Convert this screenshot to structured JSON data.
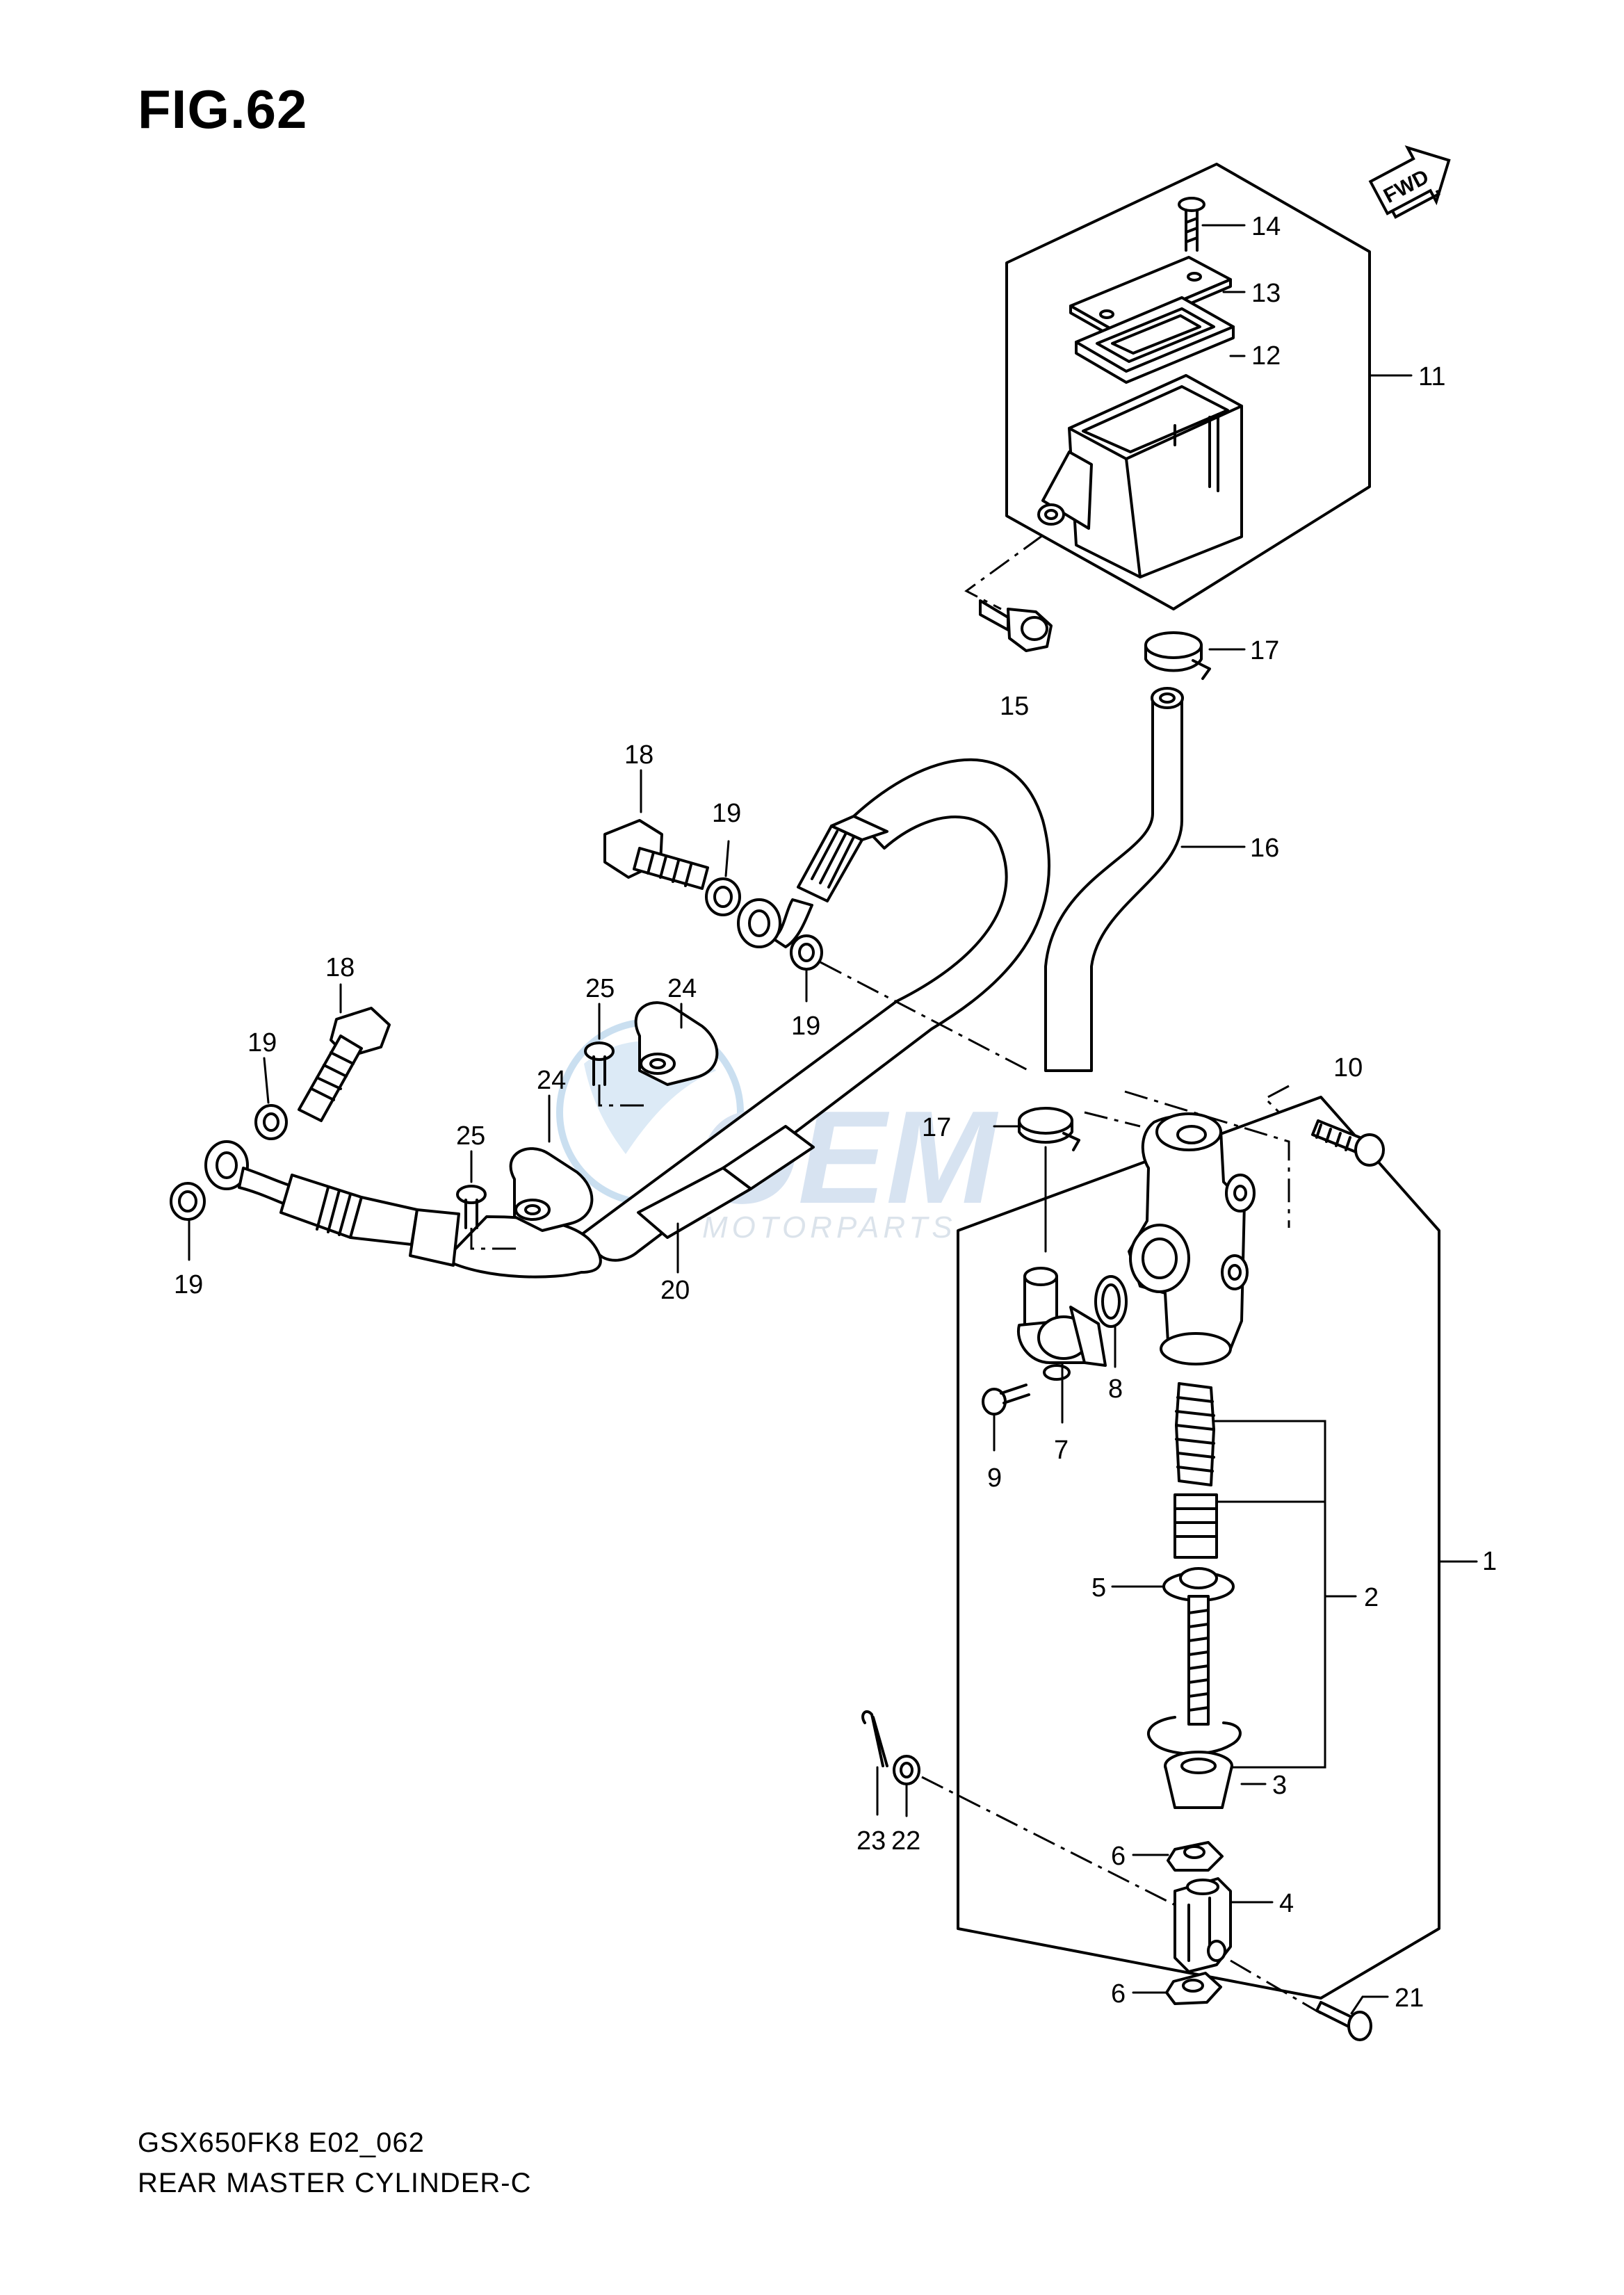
{
  "figure": {
    "title": "FIG.62"
  },
  "caption": {
    "model_code": "GSX650FK8 E02_062",
    "name": "REAR MASTER CYLINDER-C"
  },
  "orientation_badge": {
    "label": "FWD"
  },
  "watermark": {
    "brand": "OEM",
    "tagline": "MOTORPARTS"
  },
  "callouts": [
    "1",
    "2",
    "3",
    "4",
    "5",
    "6",
    "6",
    "7",
    "8",
    "9",
    "10",
    "11",
    "12",
    "13",
    "14",
    "15",
    "16",
    "17",
    "17",
    "18",
    "18",
    "19",
    "19",
    "19",
    "19",
    "20",
    "21",
    "22",
    "23",
    "24",
    "24",
    "25",
    "25"
  ]
}
